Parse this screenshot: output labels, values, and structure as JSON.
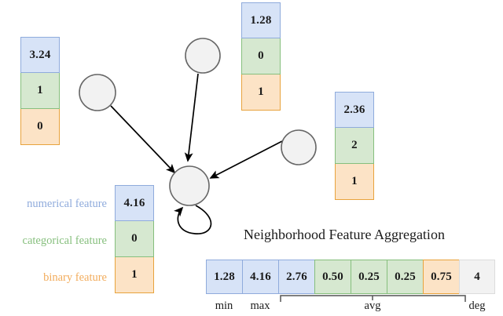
{
  "diagram": {
    "title": "Neighborhood Feature Aggregation",
    "legend": {
      "numerical": "numerical feature",
      "categorical": "categorical feature",
      "binary": "binary feature"
    },
    "colors": {
      "numerical_fill": "#d7e3f7",
      "numerical_border": "#8fabdc",
      "categorical_fill": "#d6e8d0",
      "categorical_border": "#86bf7d",
      "binary_fill": "#fce3c6",
      "binary_border": "#e8a33d",
      "degree_fill": "#f2f2f2",
      "degree_border": "#dcdcdc",
      "node_fill": "#f2f2f2",
      "node_stroke": "#666666",
      "edge_stroke": "#000000"
    },
    "nodes": [
      {
        "id": "neighbor-left",
        "label": ""
      },
      {
        "id": "neighbor-top",
        "label": ""
      },
      {
        "id": "neighbor-right",
        "label": ""
      },
      {
        "id": "center",
        "label": ""
      }
    ],
    "feature_vectors": [
      {
        "id": "fv-neighbor-left",
        "numerical": "3.24",
        "categorical": "1",
        "binary": "0"
      },
      {
        "id": "fv-neighbor-top",
        "numerical": "1.28",
        "categorical": "0",
        "binary": "1"
      },
      {
        "id": "fv-neighbor-right",
        "numerical": "2.36",
        "categorical": "2",
        "binary": "1"
      },
      {
        "id": "fv-center",
        "numerical": "4.16",
        "categorical": "0",
        "binary": "1"
      }
    ],
    "aggregation": {
      "cells": [
        {
          "value": "1.28",
          "kind": "num"
        },
        {
          "value": "4.16",
          "kind": "num"
        },
        {
          "value": "2.76",
          "kind": "num"
        },
        {
          "value": "0.50",
          "kind": "cat"
        },
        {
          "value": "0.25",
          "kind": "cat"
        },
        {
          "value": "0.25",
          "kind": "cat"
        },
        {
          "value": "0.75",
          "kind": "bin"
        },
        {
          "value": "4",
          "kind": "deg"
        }
      ],
      "captions": {
        "min": "min",
        "max": "max",
        "avg": "avg",
        "deg": "deg"
      }
    }
  }
}
